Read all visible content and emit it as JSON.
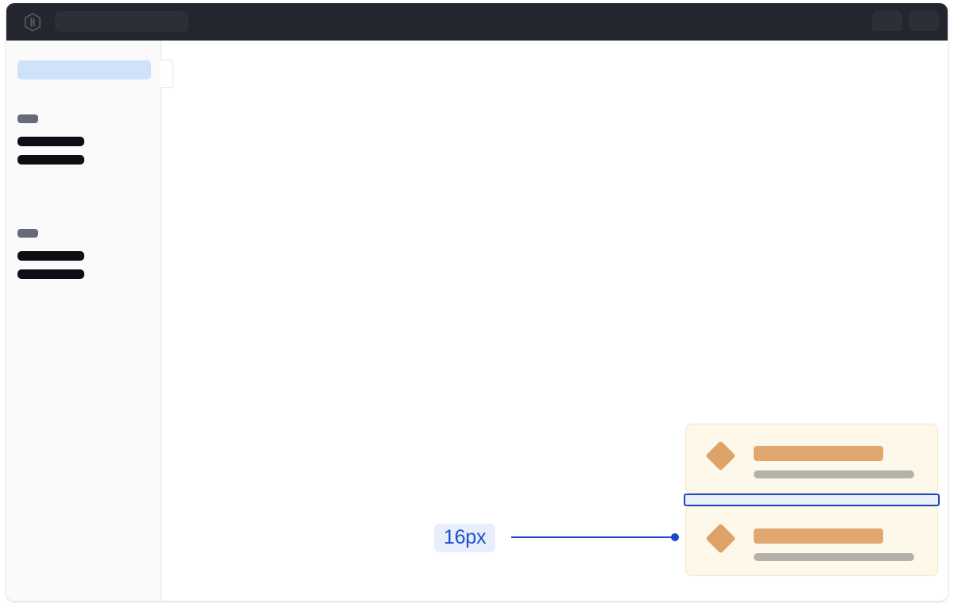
{
  "window": {
    "accent_blue": "#1b47c9",
    "highlight_blue": "#cfe2fb",
    "card_cream": "#fdf8e9",
    "card_border": "#f5e4bd",
    "diamond_orange": "#dda369",
    "bar_orange": "#e0a76e",
    "bar_gray": "#b4b2a8",
    "header_bg": "#23262e",
    "sidebar_bg": "#fafafa"
  },
  "header": {
    "logo_name": "hashicorp-logo",
    "search_value": "",
    "search_placeholder": "",
    "actions": [
      {
        "name": "header-action-1"
      },
      {
        "name": "header-action-2"
      }
    ]
  },
  "sidebar": {
    "selected_item": {
      "label": ""
    },
    "groups": [
      {
        "label": "",
        "items": [
          {
            "label": ""
          },
          {
            "label": ""
          }
        ]
      },
      {
        "label": "",
        "items": [
          {
            "label": ""
          },
          {
            "label": ""
          }
        ]
      }
    ],
    "notch_label": ""
  },
  "main": {
    "cards": [
      {
        "icon": "diamond-icon",
        "title": "",
        "subtitle": ""
      },
      {
        "icon": "diamond-icon",
        "title": "",
        "subtitle": ""
      }
    ],
    "spacing_annotation": {
      "value": "16px",
      "type": "gap"
    }
  }
}
